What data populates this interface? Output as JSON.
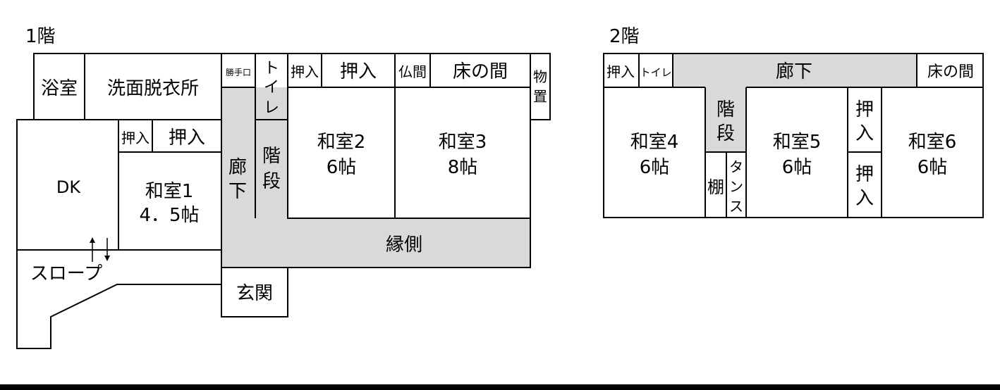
{
  "floor1": {
    "title": "1階",
    "rooms": {
      "bath": "浴室",
      "washroom": "洗面脱衣所",
      "service_entrance": "勝手口",
      "toilet_chars": [
        "ト",
        "イ",
        "レ"
      ],
      "closet_small_1": "押入",
      "closet_1": "押入",
      "altar_room": "仏間",
      "alcove_1": "床の間",
      "storage_chars": [
        "物",
        "置"
      ],
      "dk": "DK",
      "closet_small_2": "押入",
      "closet_2": "押入",
      "washitsu1": "和室1",
      "washitsu1_size": "4．5帖",
      "hallway_chars": [
        "廊",
        "下"
      ],
      "stairs_chars": [
        "階",
        "段"
      ],
      "washitsu2": "和室2",
      "washitsu2_size": "6帖",
      "washitsu3": "和室3",
      "washitsu3_size": "8帖",
      "veranda": "縁側",
      "slope": "スロープ",
      "entrance": "玄関"
    }
  },
  "floor2": {
    "title": "2階",
    "rooms": {
      "closet_top": "押入",
      "toilet": "トイレ",
      "hallway": "廊下",
      "alcove": "床の間",
      "washitsu4": "和室4",
      "washitsu4_size": "6帖",
      "stairs_chars": [
        "階",
        "段"
      ],
      "shelf": "棚",
      "tansu_chars": [
        "タ",
        "ン",
        "ス"
      ],
      "washitsu5": "和室5",
      "washitsu5_size": "6帖",
      "closet_upper_chars": [
        "押",
        "入"
      ],
      "closet_lower_chars": [
        "押",
        "入"
      ],
      "washitsu6": "和室6",
      "washitsu6_size": "6帖"
    }
  },
  "colors": {
    "corridor_fill": "#d9d9d9",
    "wall": "#000000",
    "bottom_bar": "#000000"
  }
}
